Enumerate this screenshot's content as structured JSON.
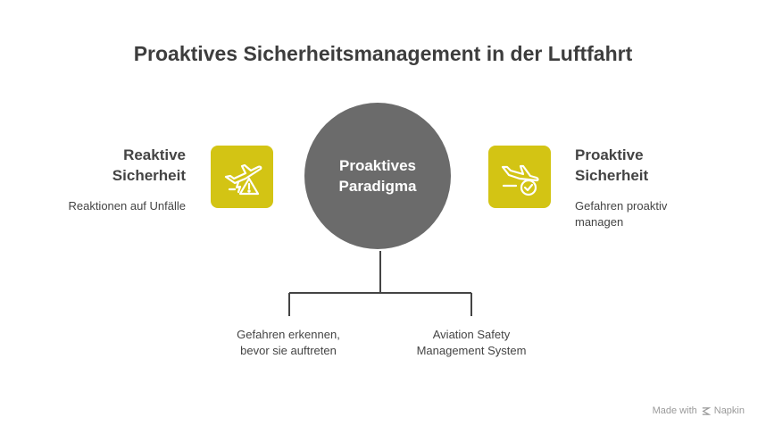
{
  "title": "Proaktives Sicherheitsmanagement in der Luftfahrt",
  "center": {
    "label": "Proaktives\nParadigma"
  },
  "left": {
    "title": "Reaktive\nSicherheit",
    "description": "Reaktionen auf Unfälle",
    "icon": "plane-warning-icon"
  },
  "right": {
    "title": "Proaktive\nSicherheit",
    "description": "Gefahren proaktiv\nmanagen",
    "icon": "plane-check-icon"
  },
  "branches": [
    {
      "label": "Gefahren erkennen,\nbevor sie auftreten"
    },
    {
      "label": "Aviation Safety\nManagement System"
    }
  ],
  "watermark": {
    "prefix": "Made with",
    "brand": "Napkin"
  },
  "colors": {
    "accent": "#d3c414",
    "circle": "#6b6b6b",
    "text": "#444444"
  }
}
